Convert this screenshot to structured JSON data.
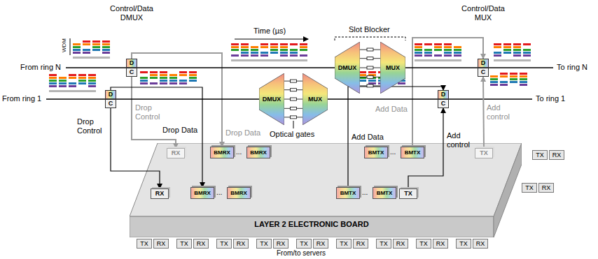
{
  "diagram": {
    "nodes": [
      {
        "text": [
          "D"
        ]
      },
      {
        "text": [
          "C"
        ]
      },
      {
        "text": [
          "D"
        ]
      },
      {
        "text": [
          "C"
        ]
      },
      {
        "text": [
          "DMUX"
        ]
      },
      {
        "text": [
          "MUX"
        ]
      },
      {
        "text": [
          "DMUX"
        ]
      },
      {
        "text": [
          "MUX"
        ]
      },
      {
        "text": [
          "D"
        ]
      },
      {
        "text": [
          "C"
        ]
      },
      {
        "text": [
          "D"
        ]
      },
      {
        "text": [
          "C"
        ]
      },
      {
        "text": [
          "LAYER 2 ELECTRONIC BOARD"
        ]
      },
      {
        "text": [
          "RX"
        ],
        "in": 12
      },
      {
        "text": [
          "BMRX"
        ],
        "in": 12
      },
      {
        "text": [
          "BMRX"
        ],
        "in": 12
      },
      {
        "text": [
          "BMTX"
        ],
        "in": 12
      },
      {
        "text": [
          "BMTX"
        ],
        "in": 12
      },
      {
        "text": [
          "TX"
        ],
        "in": 12
      },
      {
        "text": [
          "RX"
        ],
        "in": 12
      },
      {
        "text": [
          "BMRX"
        ],
        "in": 12
      },
      {
        "text": [
          "BMRX"
        ],
        "in": 12
      },
      {
        "text": [
          "BMTX"
        ],
        "in": 12
      },
      {
        "text": [
          "BMTX"
        ],
        "in": 12
      },
      {
        "text": [
          "TX"
        ],
        "in": 12
      },
      {
        "text": [
          "TX"
        ]
      },
      {
        "text": [
          "RX"
        ]
      },
      {
        "text": [
          "TX"
        ]
      },
      {
        "text": [
          "RX"
        ]
      },
      {
        "text": [
          "TX"
        ]
      },
      {
        "text": [
          "RX"
        ]
      },
      {
        "text": [
          "TX"
        ]
      },
      {
        "text": [
          "RX"
        ]
      },
      {
        "text": [
          "TX"
        ]
      },
      {
        "text": [
          "RX"
        ]
      },
      {
        "text": [
          "TX"
        ]
      },
      {
        "text": [
          "RX"
        ]
      },
      {
        "text": [
          "TX"
        ]
      },
      {
        "text": [
          "RX"
        ]
      },
      {
        "text": [
          "TX"
        ]
      },
      {
        "text": [
          "RX"
        ]
      },
      {
        "text": [
          "TX"
        ]
      },
      {
        "text": [
          "RX"
        ]
      },
      {
        "text": [
          "TX"
        ]
      },
      {
        "text": [
          "RX"
        ]
      },
      {
        "text": [
          "TX"
        ]
      },
      {
        "text": [
          "RX"
        ]
      }
    ],
    "edges": [
      {
        "from": 1,
        "to": 13,
        "arrow": "to"
      },
      {
        "from": 0,
        "to": 14,
        "arrow": "to"
      },
      {
        "from": 17,
        "to": 8,
        "arrow": "to"
      },
      {
        "from": 18,
        "to": 9,
        "arrow": "to"
      },
      {
        "from": 3,
        "to": 19,
        "arrow": "to"
      },
      {
        "from": 2,
        "to": 20,
        "arrow": "to"
      },
      {
        "from": 22,
        "to": 10,
        "arrow": "to"
      },
      {
        "from": 24,
        "to": 11,
        "arrow": "to"
      },
      {
        "from": 4,
        "to": 5,
        "arrow": "none"
      },
      {
        "from": 4,
        "to": 5,
        "arrow": "none"
      },
      {
        "from": 4,
        "to": 5,
        "arrow": "none"
      },
      {
        "from": 4,
        "to": 5,
        "arrow": "none"
      },
      {
        "from": 4,
        "to": 5,
        "arrow": "none"
      },
      {
        "from": 6,
        "to": 7,
        "arrow": "none"
      },
      {
        "from": 6,
        "to": 7,
        "arrow": "none"
      },
      {
        "from": 6,
        "to": 7,
        "arrow": "none"
      },
      {
        "from": 6,
        "to": 7,
        "arrow": "none"
      },
      {
        "from": 6,
        "to": 7,
        "arrow": "none"
      },
      {
        "from": 0,
        "to": 4,
        "arrow": "none"
      },
      {
        "from": 5,
        "to": 8,
        "arrow": "none"
      },
      {
        "from": 2,
        "to": 6,
        "arrow": "none"
      },
      {
        "from": 7,
        "to": 10,
        "arrow": "none"
      }
    ],
    "labels": [
      "Control/Data DMUX",
      "WDM",
      "Time (µs)",
      "Slot Blocker",
      "Control/Data MUX",
      "From ring N",
      "To ring N",
      "From ring 1",
      "To ring 1",
      "Drop Control",
      "Drop Data",
      "Add Data",
      "Add control",
      "Drop Control",
      "Drop Data",
      "Optical gates",
      "Add Data",
      "Add control",
      "...",
      "...",
      "...",
      "...",
      "From/to servers"
    ]
  }
}
